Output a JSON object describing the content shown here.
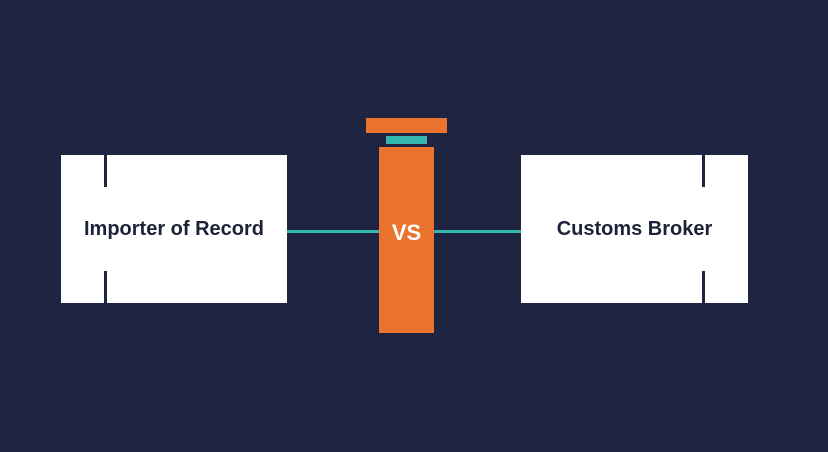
{
  "diagram": {
    "left_label": "Importer of Record",
    "center_label": "VS",
    "right_label": "Customs Broker"
  },
  "colors": {
    "background": "#1f2540",
    "box": "#ffffff",
    "text_dark": "#1c2238",
    "accent_orange": "#ea7330",
    "accent_teal": "#35b7b0"
  }
}
